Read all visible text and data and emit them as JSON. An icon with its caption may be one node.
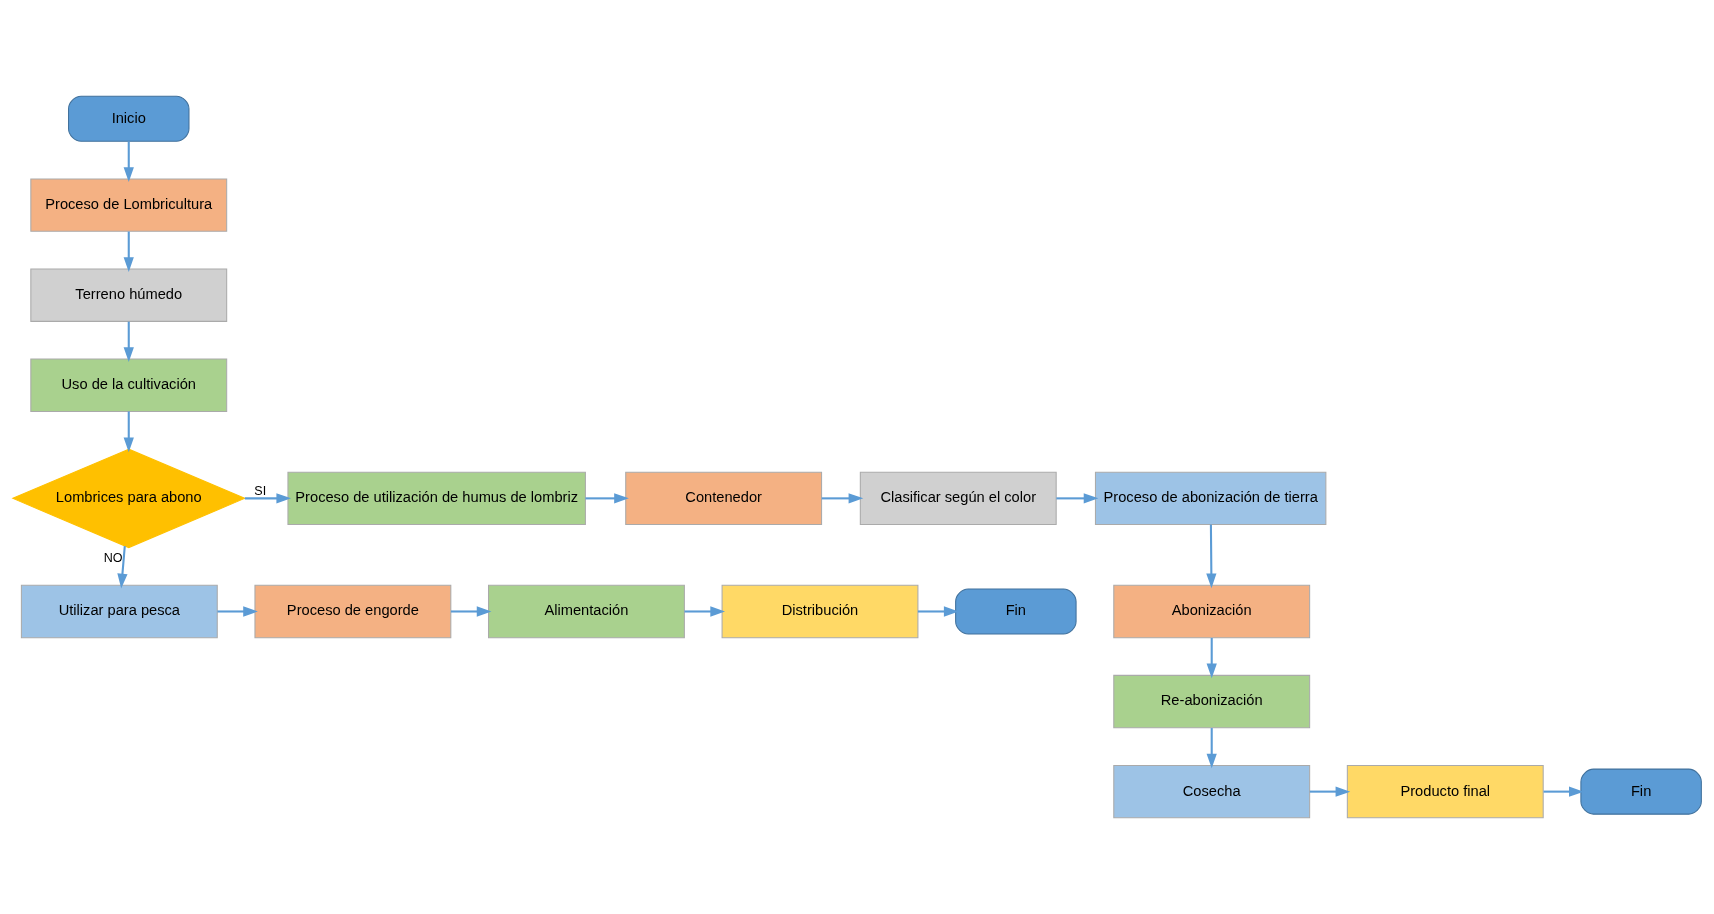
{
  "diagram": {
    "nodes": [
      {
        "text": [
          "Inicio"
        ]
      },
      {
        "text": [
          "Proceso de Lombricultura"
        ]
      },
      {
        "text": [
          "Terreno húmedo"
        ]
      },
      {
        "text": [
          "Uso de la cultivación"
        ]
      },
      {
        "text": [
          "Lombrices para abono"
        ]
      },
      {
        "text": [
          "Proceso de utilización de humus de lombriz"
        ]
      },
      {
        "text": [
          "Contenedor"
        ]
      },
      {
        "text": [
          "Clasificar según el color"
        ]
      },
      {
        "text": [
          "Proceso de abonización de tierra"
        ]
      },
      {
        "text": [
          "Abonización"
        ]
      },
      {
        "text": [
          "Re-abonización"
        ]
      },
      {
        "text": [
          "Cosecha"
        ]
      },
      {
        "text": [
          "Producto final"
        ]
      },
      {
        "text": [
          "Fin"
        ]
      },
      {
        "text": [
          "Utilizar para pesca"
        ]
      },
      {
        "text": [
          "Proceso de engorde"
        ]
      },
      {
        "text": [
          "Alimentación"
        ]
      },
      {
        "text": [
          "Distribución"
        ]
      },
      {
        "text": [
          "Fin"
        ]
      }
    ],
    "edges": [
      {
        "from": 0,
        "to": 1,
        "arrow": "to"
      },
      {
        "from": 1,
        "to": 2,
        "arrow": "to"
      },
      {
        "from": 2,
        "to": 3,
        "arrow": "to"
      },
      {
        "from": 3,
        "to": 4,
        "arrow": "to"
      },
      {
        "from": 4,
        "to": 5,
        "arrow": "to",
        "label": "SI"
      },
      {
        "from": 5,
        "to": 6,
        "arrow": "to"
      },
      {
        "from": 6,
        "to": 7,
        "arrow": "to"
      },
      {
        "from": 7,
        "to": 8,
        "arrow": "to"
      },
      {
        "from": 8,
        "to": 9,
        "arrow": "to"
      },
      {
        "from": 9,
        "to": 10,
        "arrow": "to"
      },
      {
        "from": 10,
        "to": 11,
        "arrow": "to"
      },
      {
        "from": 11,
        "to": 12,
        "arrow": "to"
      },
      {
        "from": 12,
        "to": 13,
        "arrow": "to"
      },
      {
        "from": 4,
        "to": 14,
        "arrow": "to",
        "label": "NO"
      },
      {
        "from": 14,
        "to": 15,
        "arrow": "to"
      },
      {
        "from": 15,
        "to": 16,
        "arrow": "to"
      },
      {
        "from": 16,
        "to": 17,
        "arrow": "to"
      },
      {
        "from": 17,
        "to": 18,
        "arrow": "to"
      }
    ]
  }
}
